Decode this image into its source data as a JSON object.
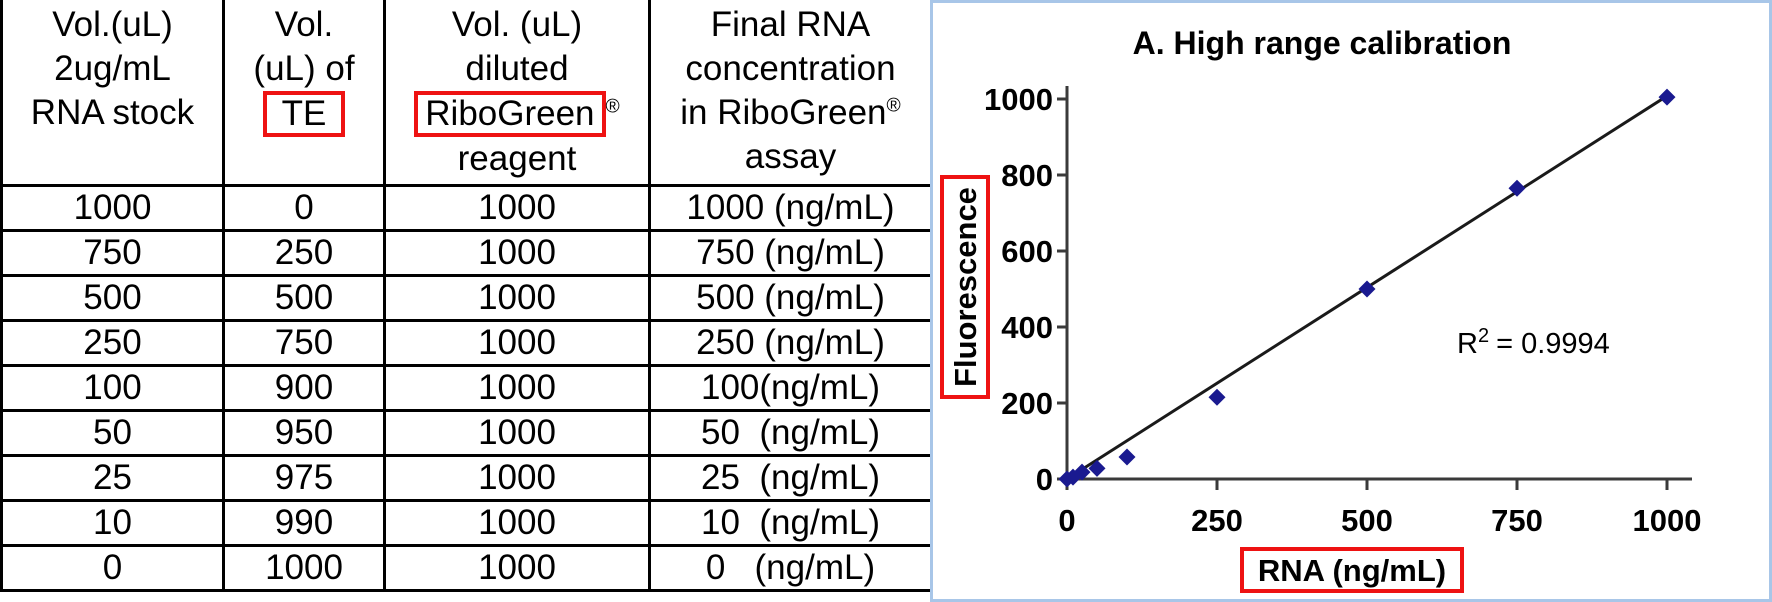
{
  "annotations": {
    "highlight_color": "#ee1212",
    "highlighted_terms": [
      "TE",
      "RiboGreen",
      "Fluorescence",
      "RNA (ng/mL)"
    ]
  },
  "colors": {
    "chart_panel_border": "#a8c6e8",
    "axis": "#3a3a3a",
    "table_border": "#000000",
    "marker": "#1a1a90",
    "trendline": "#1a1a1a"
  },
  "table": {
    "headers": {
      "col1": {
        "line1": "Vol.(uL)",
        "line2": "2ug/mL",
        "line3": "RNA stock"
      },
      "col2": {
        "line1": "Vol.",
        "line2": "(uL) of",
        "boxed": "TE"
      },
      "col3": {
        "line1": "Vol. (uL)",
        "line2": "diluted",
        "boxed": "RiboGreen",
        "reg_mark": "®",
        "line4": "reagent"
      },
      "col4": {
        "line1": "Final RNA",
        "line2": "concentration",
        "line3": "in RiboGreen",
        "reg_mark": "®",
        "line4": "assay"
      }
    },
    "rows": [
      [
        "1000",
        "0",
        "1000",
        "1000 (ng/mL)"
      ],
      [
        "750",
        "250",
        "1000",
        "750 (ng/mL)"
      ],
      [
        "500",
        "500",
        "1000",
        "500 (ng/mL)"
      ],
      [
        "250",
        "750",
        "1000",
        "250 (ng/mL)"
      ],
      [
        "100",
        "900",
        "1000",
        "100(ng/mL)"
      ],
      [
        "50",
        "950",
        "1000",
        "50  (ng/mL)"
      ],
      [
        "25",
        "975",
        "1000",
        "25  (ng/mL)"
      ],
      [
        "10",
        "990",
        "1000",
        "10  (ng/mL)"
      ],
      [
        "0",
        "1000",
        "1000",
        "0   (ng/mL)"
      ]
    ]
  },
  "chart_data": {
    "type": "scatter",
    "title": "A. High range calibration",
    "xlabel": "RNA (ng/mL)",
    "ylabel": "Fluorescence",
    "x": [
      0,
      10,
      25,
      50,
      100,
      250,
      500,
      750,
      1000
    ],
    "y": [
      0,
      5,
      18,
      28,
      58,
      215,
      500,
      765,
      1005
    ],
    "trendline": {
      "x": [
        0,
        1000
      ],
      "y": [
        0,
        1008
      ]
    },
    "xticks": [
      0,
      250,
      500,
      750,
      1000
    ],
    "yticks": [
      0,
      200,
      400,
      600,
      800,
      1000
    ],
    "xlim": [
      0,
      1040
    ],
    "ylim": [
      0,
      1040
    ],
    "grid": false,
    "legend": "none",
    "marker": "diamond",
    "marker_color": "#1a1a90",
    "line_color": "#1a1a1a",
    "r2": {
      "prefix": "R",
      "sup": "2",
      "rest": "= 0.9994",
      "value": "0.9994"
    }
  }
}
